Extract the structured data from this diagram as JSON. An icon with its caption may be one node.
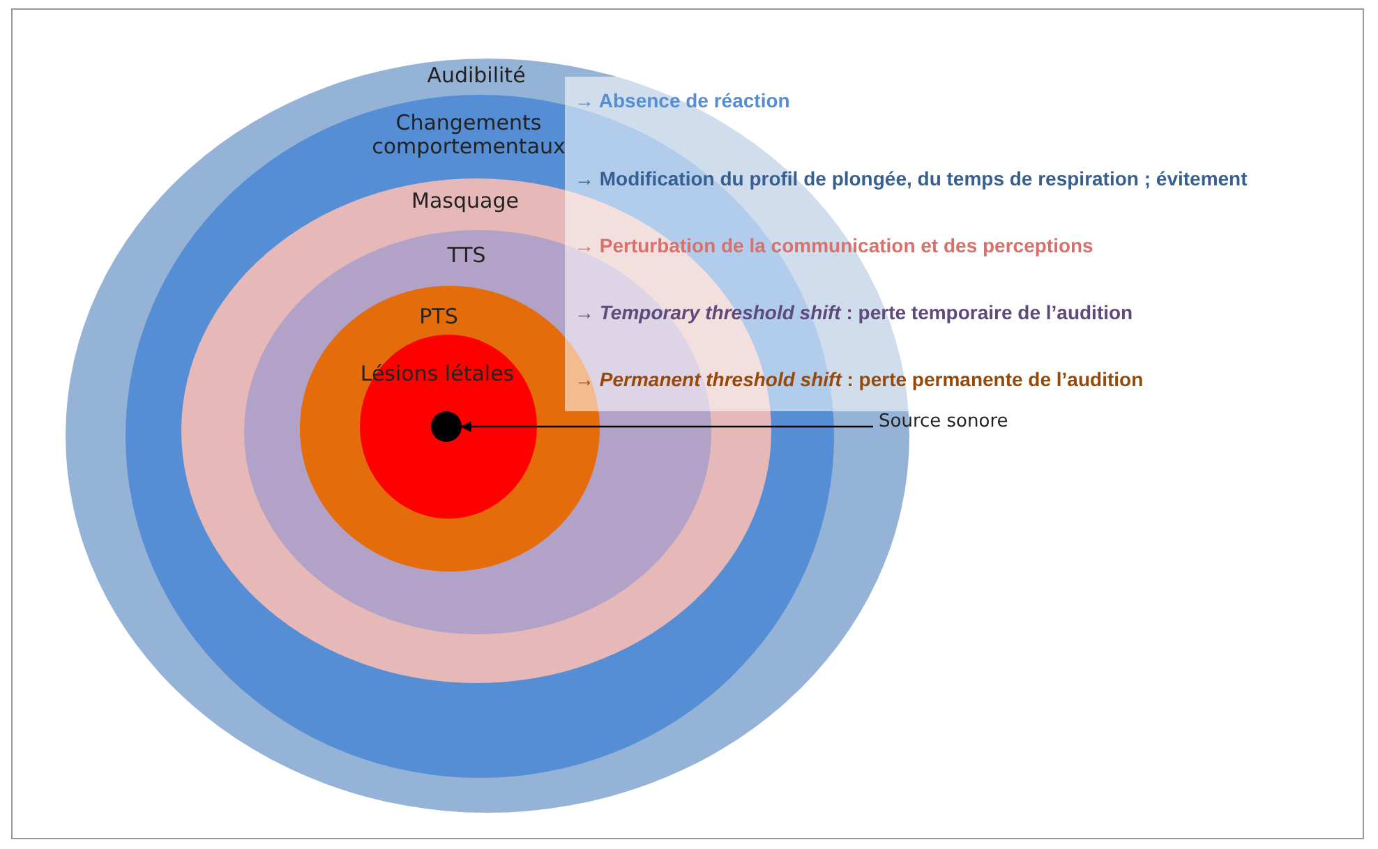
{
  "diagram": {
    "nodes": [
      {
        "text": [
          "Audibilité"
        ]
      },
      {
        "text": [
          "Changements comportementaux"
        ],
        "in": 0
      },
      {
        "text": [
          "Masquage"
        ],
        "in": 1
      },
      {
        "text": [
          "TTS"
        ],
        "in": 2
      },
      {
        "text": [
          "PTS"
        ],
        "in": 3
      },
      {
        "text": [
          "Lésions létales"
        ],
        "in": 4
      },
      {
        "text": [],
        "shape": "circle",
        "in": 5
      },
      {
        "text": [
          "Source sonore"
        ]
      }
    ],
    "edges": [
      {
        "from": 7,
        "to": 6,
        "arrow": "to"
      }
    ],
    "labels": [
      "→ Absence de réaction",
      "→ Modification du profil de plongée, du temps de respiration ; évitement",
      "→ Perturbation de la communication et des perceptions",
      "→ *Temporary threshold shift* : perte temporaire de l’audition",
      "→ *Permanent threshold shift* : perte permanente de l’audition"
    ]
  }
}
